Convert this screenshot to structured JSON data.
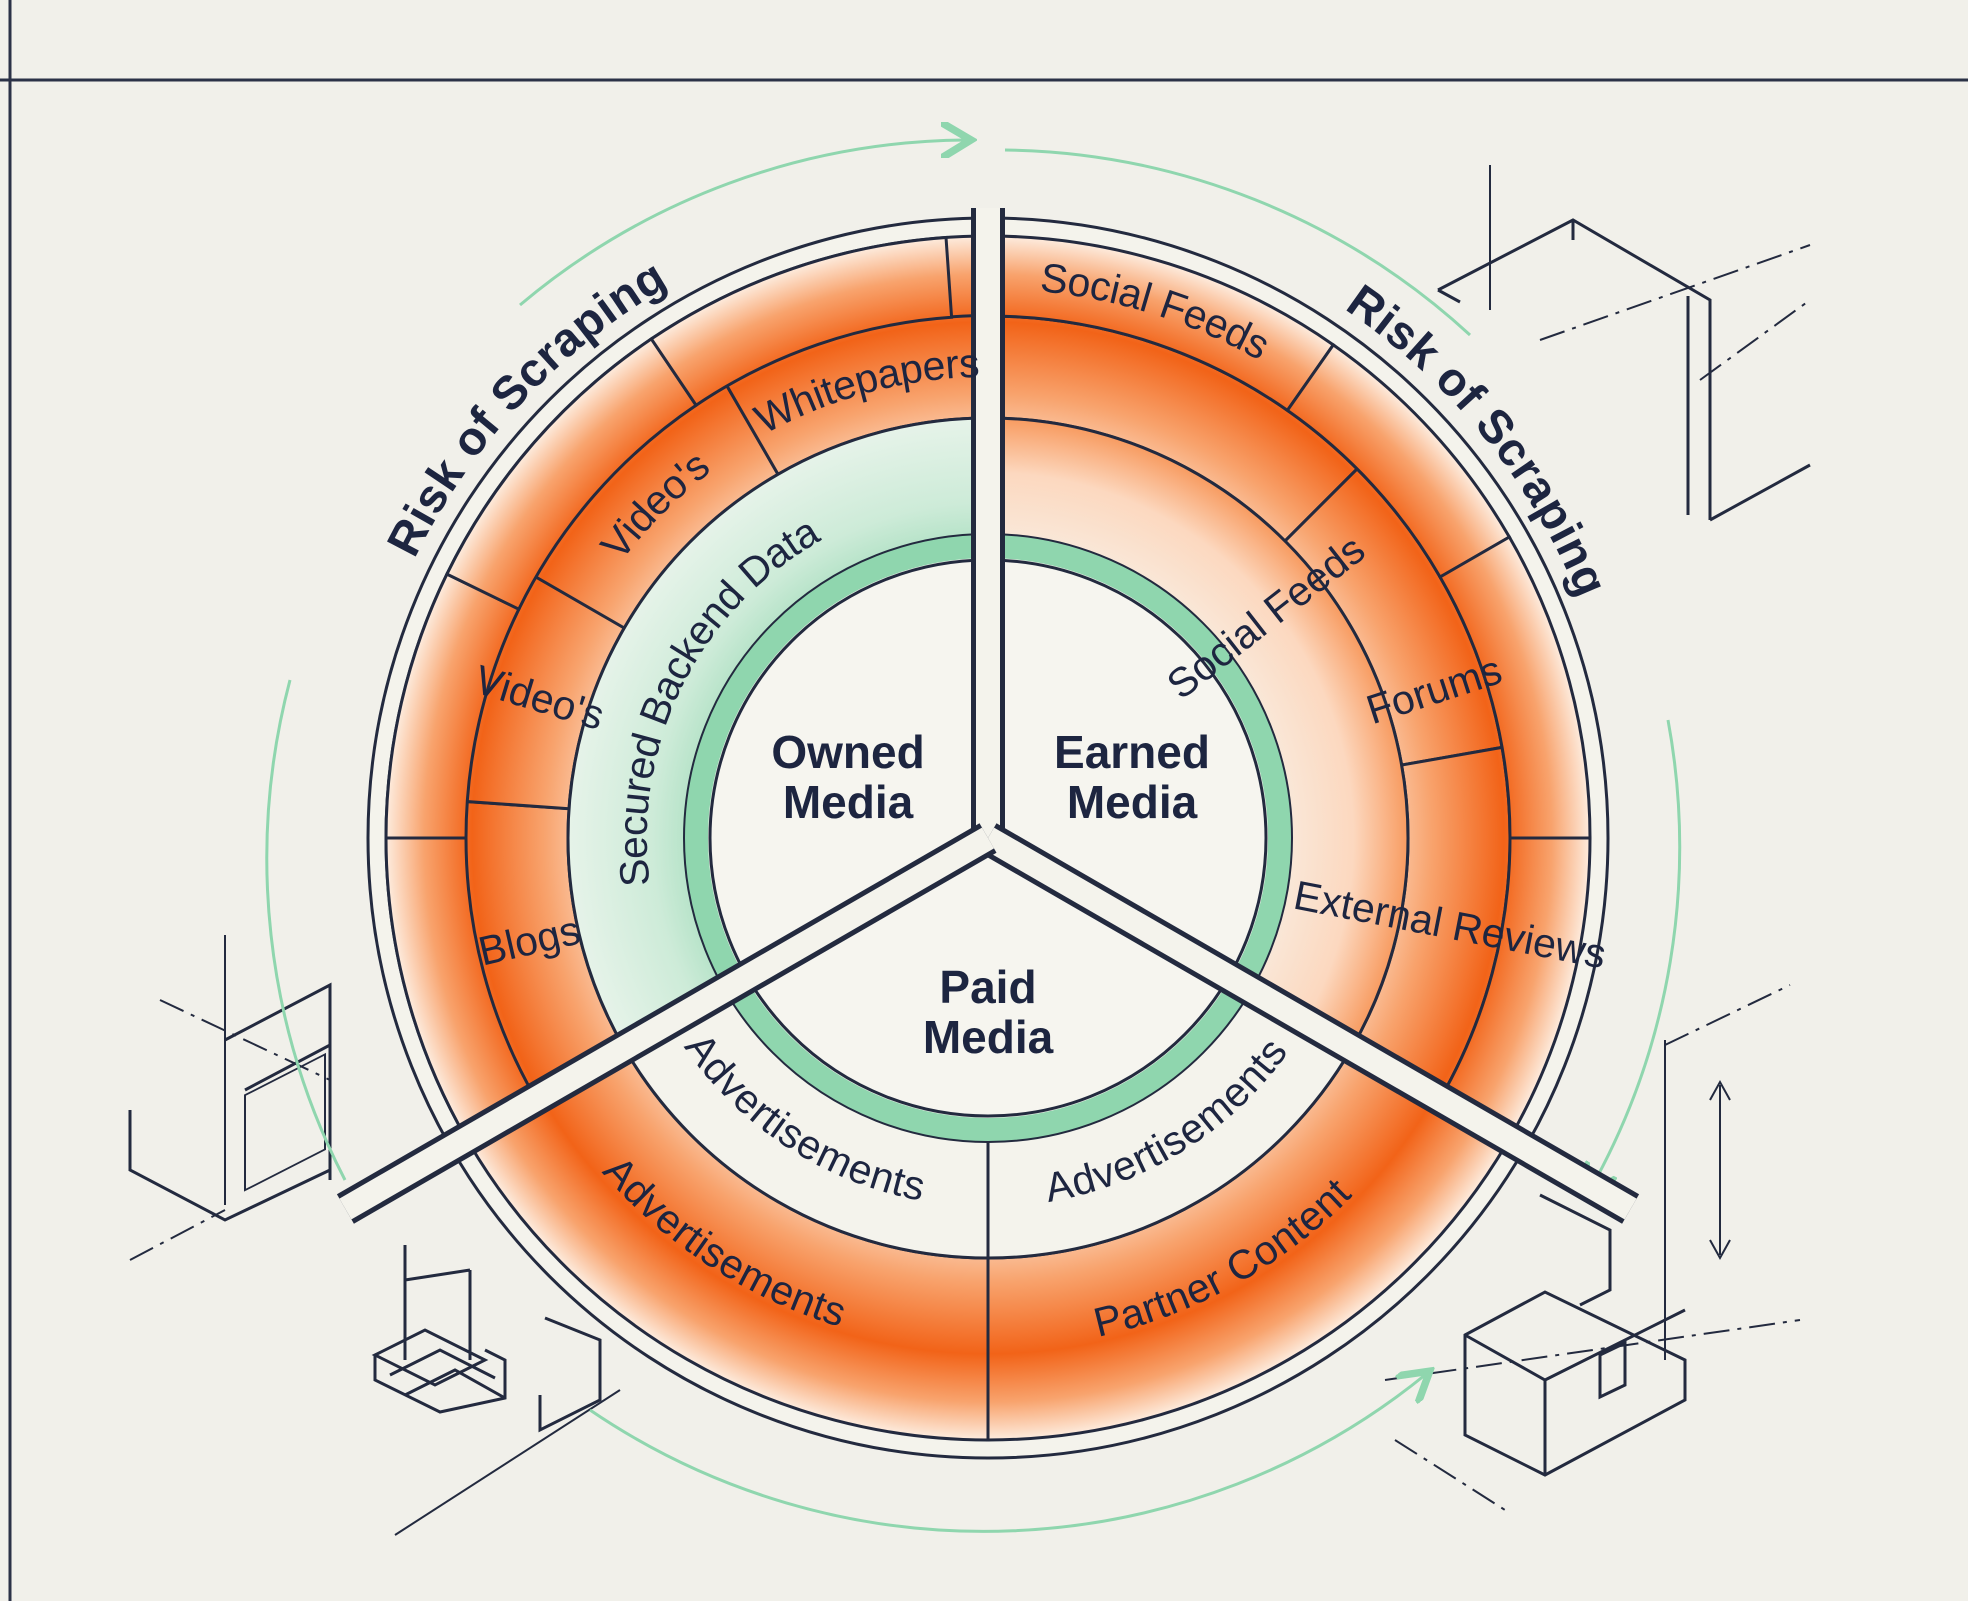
{
  "colors": {
    "background": "#f1f0ea",
    "ink": "#232a3f",
    "orange": "#f26318",
    "orange_light": "#fde8d8",
    "green": "#8fd6ae",
    "green_light": "#d4eedd",
    "cream": "#f4f3ec"
  },
  "core": {
    "owned": [
      "Owned",
      "Media"
    ],
    "earned": [
      "Earned",
      "Media"
    ],
    "paid": [
      "Paid",
      "Media"
    ]
  },
  "inner_ring": {
    "owned": "Secured Backend Data",
    "earned": "Social Feeds",
    "paid_left": "Advertisements",
    "paid_right": "Advertisements"
  },
  "middle_ring": {
    "owned": [
      "Blogs",
      "Video's",
      "Video's",
      "Whitepapers"
    ],
    "earned": [
      "Social Feeds",
      "Forums",
      "External Reviews"
    ]
  },
  "outer_ring": {
    "paid_left": "Advertisements",
    "paid_right": "Partner Content"
  },
  "risk_labels": [
    "Risk of Scraping",
    "Risk of Scraping"
  ],
  "icons": [
    "building-icon",
    "stairs-icon",
    "dimension-arrow-icon",
    "circular-flow-arrow-icon"
  ]
}
